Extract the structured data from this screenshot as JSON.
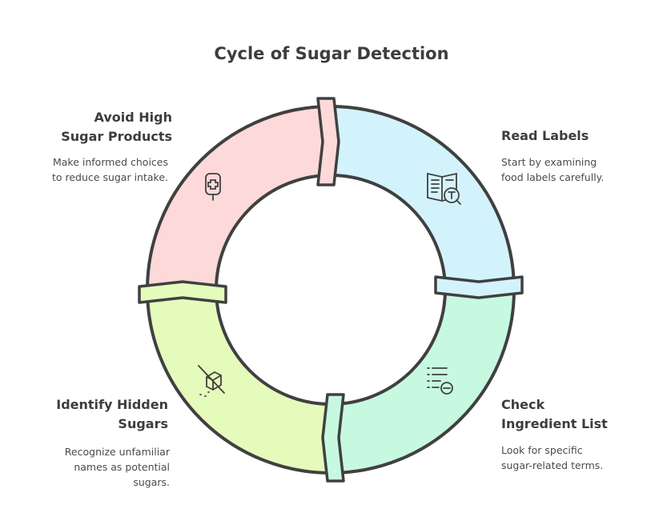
{
  "title": "Cycle of Sugar Detection",
  "steps": [
    {
      "title_lines": [
        "Read Labels"
      ],
      "desc_lines": [
        "Start by examining",
        "food labels carefully."
      ],
      "icon": "book-magnifier-icon",
      "color": "#d3f3fc"
    },
    {
      "title_lines": [
        "Check",
        "Ingredient List"
      ],
      "desc_lines": [
        "Look for specific",
        "sugar-related terms."
      ],
      "icon": "list-minus-icon",
      "color": "#c7f9e1"
    },
    {
      "title_lines": [
        "Identify Hidden",
        "Sugars"
      ],
      "desc_lines": [
        "Recognize unfamiliar",
        "names as potential",
        "sugars."
      ],
      "icon": "hidden-cube-icon",
      "color": "#e5fbbc"
    },
    {
      "title_lines": [
        "Avoid High",
        "Sugar Products"
      ],
      "desc_lines": [
        "Make informed choices",
        "to reduce sugar intake."
      ],
      "icon": "iv-bag-icon",
      "color": "#fdd9d9"
    }
  ],
  "stroke_color": "#404040"
}
